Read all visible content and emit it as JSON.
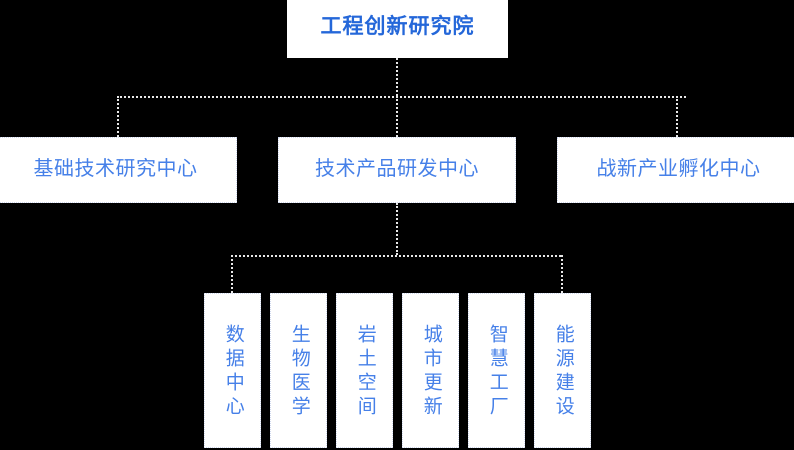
{
  "diagram": {
    "type": "organization-chart",
    "background_color": "#000000",
    "node_fill": "#ffffff",
    "connector_color": "#e8e8e8",
    "root_text_color": "#2467d9",
    "node_text_color": "#4680e8",
    "levels": 3
  },
  "root": {
    "label": "工程创新研究院"
  },
  "centers": [
    {
      "label": "基础技术研究中心"
    },
    {
      "label": "技术产品研发中心"
    },
    {
      "label": "战新产业孵化中心"
    }
  ],
  "units": [
    {
      "label": "数据中心"
    },
    {
      "label": "生物医学"
    },
    {
      "label": "岩土空间"
    },
    {
      "label": "城市更新"
    },
    {
      "label": "智慧工厂"
    },
    {
      "label": "能源建设"
    }
  ]
}
